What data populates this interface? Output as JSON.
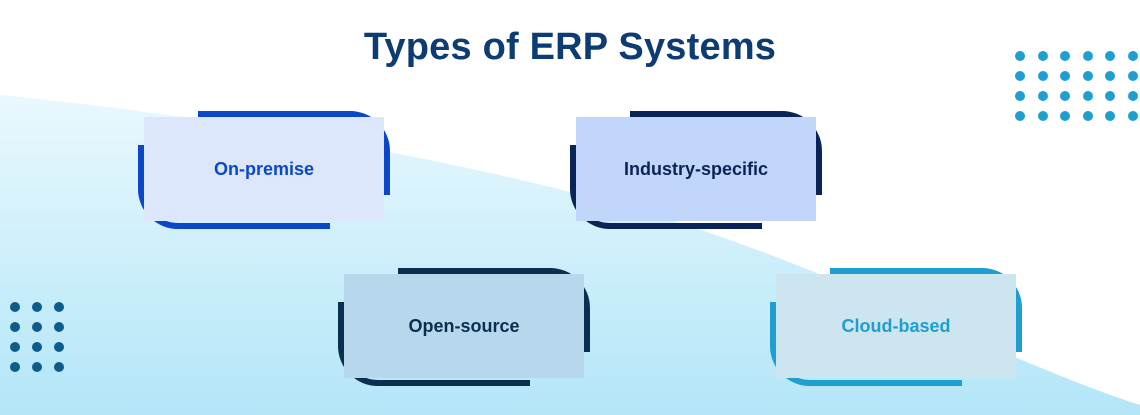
{
  "title": "Types of ERP Systems",
  "cards": [
    {
      "label": "On-premise",
      "border": "#0a47c9",
      "fill": "#dde7fb",
      "text": "#0a47c9"
    },
    {
      "label": "Industry-specific",
      "border": "#0b2457",
      "fill": "#c2d5fb",
      "text": "#0b2457"
    },
    {
      "label": "Open-source",
      "border": "#0c2e4f",
      "fill": "#b7d8ec",
      "text": "#0c2e4f"
    },
    {
      "label": "Cloud-based",
      "border": "#1e9fd0",
      "fill": "#cde5ef",
      "text": "#1e9fd0"
    }
  ],
  "colors": {
    "title": "#0d3b73",
    "dots_top_right": "#1e9fd0",
    "dots_bottom_left": "#0d5c8c"
  }
}
